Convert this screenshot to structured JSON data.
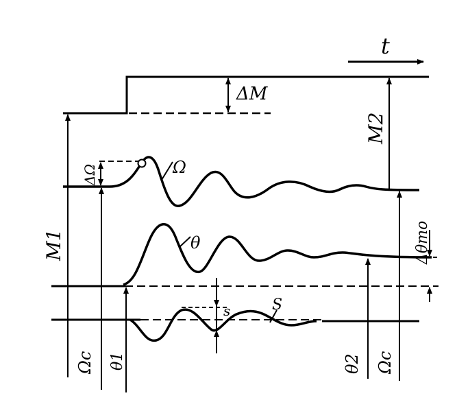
{
  "labels": {
    "time": "t",
    "delta_m": "ΔM",
    "m2": "M2",
    "m1": "M1",
    "delta_omega": "ΔΩ",
    "omega_curve": "Ω",
    "theta_curve": "θ",
    "delta_theta_mo": "Δθmo",
    "s_small": "s",
    "s_large": "S",
    "omega_c_left": "Ωc",
    "theta_1": "θ1",
    "theta_2": "θ2",
    "omega_c_right": "Ωc"
  },
  "colors": {
    "ink": "#000000",
    "paper": "#ffffff"
  }
}
